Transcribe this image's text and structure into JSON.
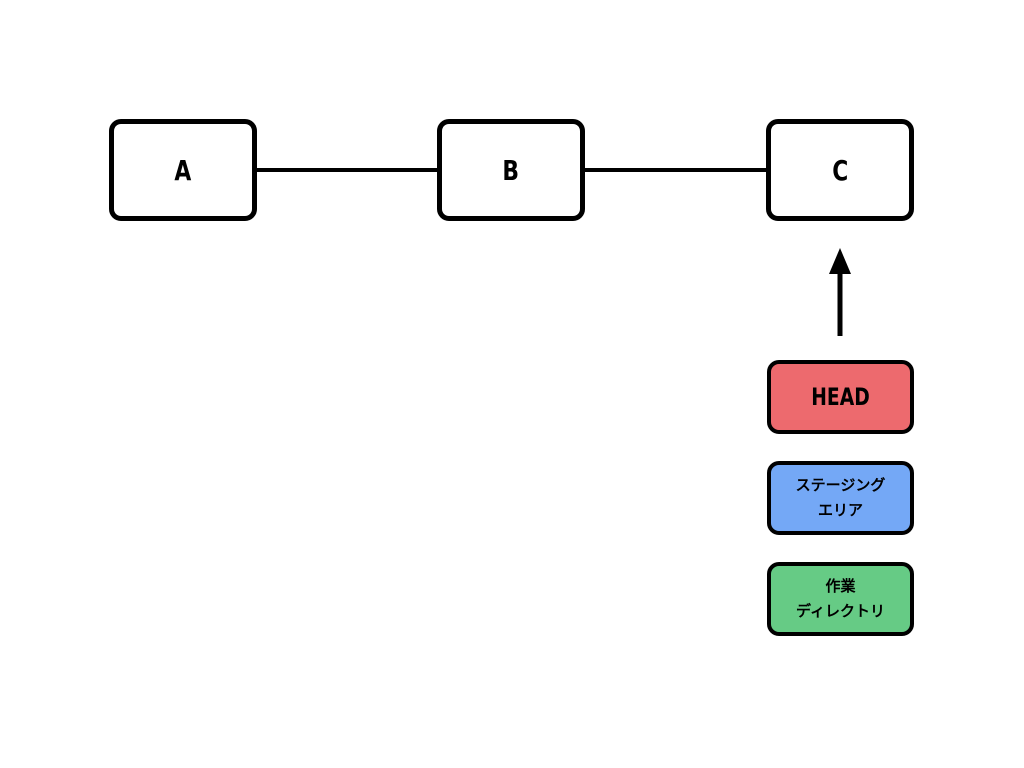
{
  "commits": [
    {
      "label": "A"
    },
    {
      "label": "B"
    },
    {
      "label": "C"
    }
  ],
  "refs": {
    "head": {
      "label": "HEAD",
      "color": "#ED6A6E"
    },
    "staging": {
      "line1": "ステージング",
      "line2": "エリア",
      "color": "#74A8F6"
    },
    "working": {
      "line1": "作業",
      "line2": "ディレクトリ",
      "color": "#66CB85"
    }
  },
  "arrow": {
    "icon": "arrow-up-icon",
    "color": "#000000"
  }
}
